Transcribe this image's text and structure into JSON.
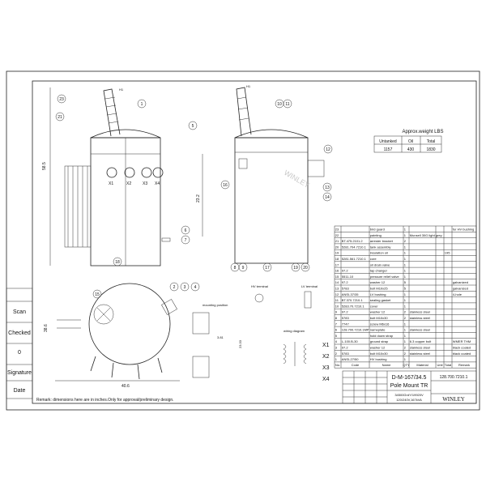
{
  "weight": {
    "title": "Approx.weight LBS",
    "headers": [
      "Untanked",
      "Oil",
      "Total"
    ],
    "values": [
      "1157",
      "430",
      "1830"
    ]
  },
  "left_block": [
    "Scan",
    "Checked",
    "0",
    "Signature",
    "Date"
  ],
  "remark": "Remark: dimensions here are in inches.Only for approval/preliminary design.",
  "watermark": "WINLEY",
  "dims": {
    "height": "58.5",
    "h2": "23.2",
    "width_top": "40.6",
    "plan_h": "38.6",
    "mp1": "3.81",
    "mp2": "23.33"
  },
  "view_labels": {
    "hv_terminal": "HV terminal",
    "lv_terminal": "LV terminal",
    "mounting": "mounting position",
    "wiring": "wiring diagram",
    "h1": "H1",
    "x_labels": [
      "X1",
      "X2",
      "X3",
      "X4"
    ],
    "bushings": [
      "X1",
      "X2",
      "X3",
      "X4"
    ]
  },
  "balloons": [
    "23",
    "1",
    "21",
    "5",
    "18",
    "6",
    "7",
    "10",
    "11",
    "12",
    "16",
    "13",
    "14",
    "8",
    "9",
    "17",
    "19",
    "20",
    "15",
    "2",
    "3",
    "4"
  ],
  "parts": {
    "headers": [
      "No.",
      "Code",
      "Name",
      "QTY",
      "Material",
      "Unit",
      "Total",
      "Remark"
    ],
    "rows": [
      [
        "23",
        "",
        "bird guard",
        "1",
        "",
        "",
        "",
        "for HV bushing"
      ],
      [
        "22",
        "",
        "painting",
        "1",
        "Munsell 30G light grey",
        "",
        "",
        ""
      ],
      [
        "21",
        "BT.475.2101.2",
        "arrester bracket",
        "2",
        "",
        "",
        "",
        ""
      ],
      [
        "20",
        "5281.704.7210.1",
        "tank assembly",
        "1",
        "",
        "",
        "",
        ""
      ],
      [
        "19",
        "",
        "insulation oil",
        "1",
        "",
        "",
        "195",
        ""
      ],
      [
        "18",
        "5281.561.7210.1",
        "core",
        "1",
        "",
        "",
        "",
        ""
      ],
      [
        "17",
        "",
        "oil drain valve",
        "1",
        "",
        "",
        "",
        ""
      ],
      [
        "16",
        "97.2",
        "tap changer",
        "1",
        "",
        "",
        "",
        ""
      ],
      [
        "15",
        "5511-10",
        "pressure relief valve",
        "1",
        "",
        "",
        "",
        ""
      ],
      [
        "14",
        "97.2",
        "washer 12",
        "5",
        "",
        "",
        "",
        "galvanized"
      ],
      [
        "13",
        "5783",
        "bolt M10x25",
        "5",
        "",
        "",
        "",
        "galvanized"
      ],
      [
        "12",
        "ANSI-37/35",
        "LV bushing",
        "1",
        "",
        "",
        "",
        "4-hole"
      ],
      [
        "11",
        "BT.370.7210.1",
        "sealing gasket",
        "1",
        "",
        "",
        "",
        ""
      ],
      [
        "10",
        "5283.70.7210.1",
        "cover",
        "1",
        "",
        "",
        "",
        ""
      ],
      [
        "9",
        "97.2",
        "washer 12",
        "2",
        "stainless steel",
        "",
        "",
        ""
      ],
      [
        "8",
        "5783",
        "bolt M10x30",
        "2",
        "stainless steel",
        "",
        "",
        ""
      ],
      [
        "7",
        "7747",
        "screw M6x16",
        "1",
        "",
        "",
        "",
        ""
      ],
      [
        "6",
        "128.700.7210.1MP",
        "nameplate",
        "1",
        "stainless steel",
        "",
        "",
        ""
      ],
      [
        "5",
        "",
        "hold down strap",
        "1",
        "",
        "",
        "",
        ""
      ],
      [
        "4",
        "L-100.B-30",
        "ground strap",
        "1",
        "6.3 copper bolt",
        "",
        "",
        "WMER THM"
      ],
      [
        "3",
        "97.2",
        "washer 12",
        "2",
        "stainless steel",
        "",
        "",
        "black coated"
      ],
      [
        "2",
        "5783",
        "bolt M10x30",
        "2",
        "stainless steel",
        "",
        "",
        "black coated"
      ],
      [
        "1",
        "ANSI-27/50",
        "HV bushing",
        "1",
        "",
        "",
        "",
        ""
      ]
    ]
  },
  "title_block": {
    "model": "D-M-167/34.5",
    "name": "Pole Mount TR",
    "spec1": "34500GrdY/19920V",
    "spec2": "120/240V,167kVA",
    "drawing_no": "128.700.7210.1",
    "company": "WINLEY"
  }
}
